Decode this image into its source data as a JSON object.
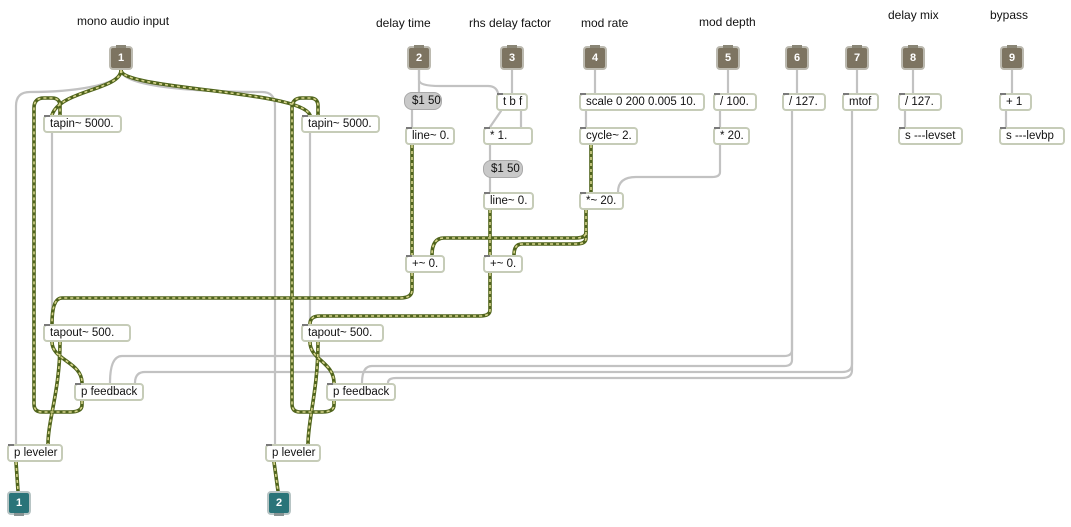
{
  "colors": {
    "control_cord": "#c2c2c2",
    "signal_cord_base": "#50641c",
    "signal_cord_stripe": "#d6d48c",
    "object_border": "#c6ccb8",
    "inlet_fill": "#7d7461",
    "outlet_fill": "#2a7479",
    "message_fill": "#c9c9c9"
  },
  "labels": {
    "mono_audio_input": "mono audio input",
    "delay_time": "delay time",
    "rhs_delay_factor": "rhs delay factor",
    "mod_rate": "mod rate",
    "mod_depth": "mod depth",
    "delay_mix": "delay mix",
    "bypass": "bypass"
  },
  "inlets": [
    "1",
    "2",
    "3",
    "4",
    "5",
    "6",
    "7",
    "8",
    "9"
  ],
  "outlets": [
    "1",
    "2"
  ],
  "messages": {
    "delay_msg": "$1 50",
    "rhs_msg": "$1 50"
  },
  "objects": {
    "tapin_left": "tapin~ 5000.",
    "tapin_right": "tapin~ 5000.",
    "line_delay": "line~ 0.",
    "trigger": "t b f",
    "mult_factor": "* 1.",
    "line_rhs": "line~ 0.",
    "scale": "scale 0 200 0.005 10.",
    "cycle": "cycle~ 2.",
    "div_depth": "/ 100.",
    "mult_depth": "* 20.",
    "sig_mult": "*~ 20.",
    "div_6": "/ 127.",
    "mtof": "mtof",
    "div_mix": "/ 127.",
    "send_levset": "s ---levset",
    "plus_one": "+ 1",
    "send_levbp": "s ---levbp",
    "add_left": "+~ 0.",
    "add_right": "+~ 0.",
    "tapout_left": "tapout~ 500.",
    "tapout_right": "tapout~ 500.",
    "feedback_left": "p feedback",
    "feedback_right": "p feedback",
    "leveler_left": "p leveler",
    "leveler_right": "p leveler"
  }
}
